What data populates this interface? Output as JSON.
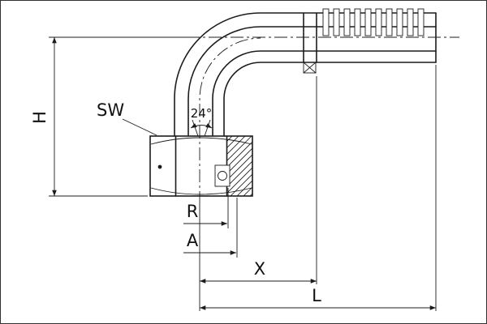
{
  "colors": {
    "line": "#1c1c1c",
    "background": "#ffffff"
  },
  "drawing": {
    "type": "technical-drawing-90-degree-elbow-hose-fitting",
    "labels": {
      "H": "H",
      "SW": "SW",
      "cone_angle": "24°",
      "R": "R",
      "A": "A",
      "X": "X",
      "L": "L"
    }
  }
}
